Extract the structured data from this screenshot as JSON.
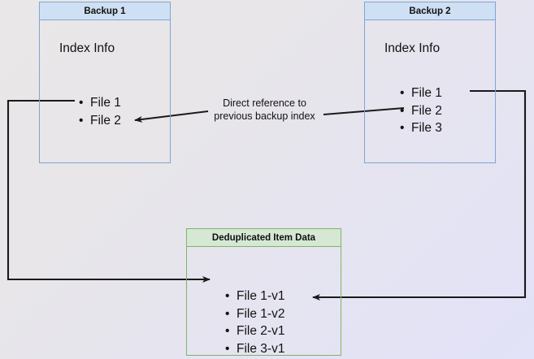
{
  "diagram": {
    "title_hidden": "",
    "colors": {
      "blue_fill": "#cfe0f4",
      "blue_stroke": "#7ea6d4",
      "green_fill": "#d5e8d4",
      "green_stroke": "#82b366",
      "edge_stroke": "#1a1a1a",
      "background_start": "#e9e7e7",
      "background_end": "#e2e2f8"
    },
    "nodes": {
      "backup1": {
        "header": "Backup 1",
        "section_label": "Index Info",
        "items": [
          "File 1",
          "File 2"
        ]
      },
      "backup2": {
        "header": "Backup 2",
        "section_label": "Index Info",
        "items": [
          "File 1",
          "File 2",
          "File 3"
        ]
      },
      "dedup": {
        "header": "Deduplicated Item Data",
        "items": [
          "File 1-v1",
          "File 1-v2",
          "File 2-v1",
          "File 3-v1"
        ]
      }
    },
    "edges": {
      "direct_reference_label_line1": "Direct reference to",
      "direct_reference_label_line2": "previous backup index"
    }
  }
}
